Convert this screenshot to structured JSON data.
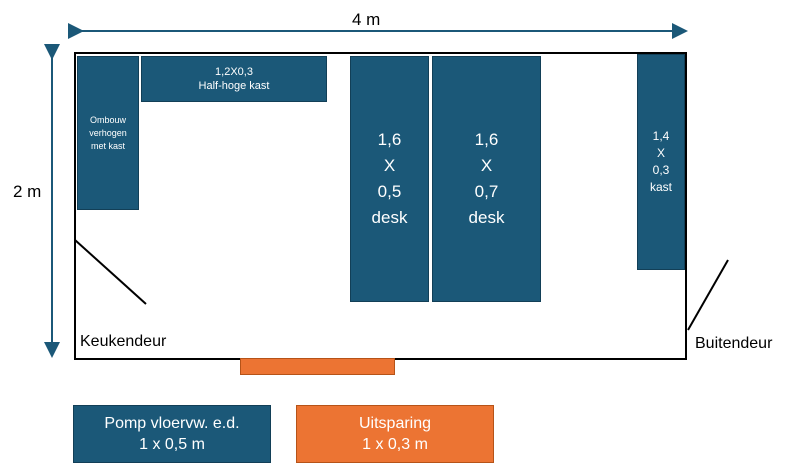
{
  "dimensions": {
    "width_label": "4 m",
    "height_label": "2 m"
  },
  "blocks": {
    "ombouw": "Ombouw\nverhogen\nmet kast",
    "half_hoge_kast_size": "1,2X0,3",
    "half_hoge_kast_name": "Half-hoge kast",
    "desk_small": "1,6\nX\n0,5\ndesk",
    "desk_large": "1,6\nX\n0,7\ndesk",
    "kast_right": "1,4\nX\n0,3\nkast"
  },
  "doors": {
    "kitchen": "Keukendeur",
    "outside": "Buitendeur"
  },
  "legend": {
    "pomp_title": "Pomp vloervw. e.d.",
    "pomp_size": "1 x 0,5 m",
    "uitsparing_title": "Uitsparing",
    "uitsparing_size": "1 x 0,3 m"
  },
  "colors": {
    "block": "#1b5878",
    "recess": "#ec7433",
    "arrow": "#1b5878"
  }
}
